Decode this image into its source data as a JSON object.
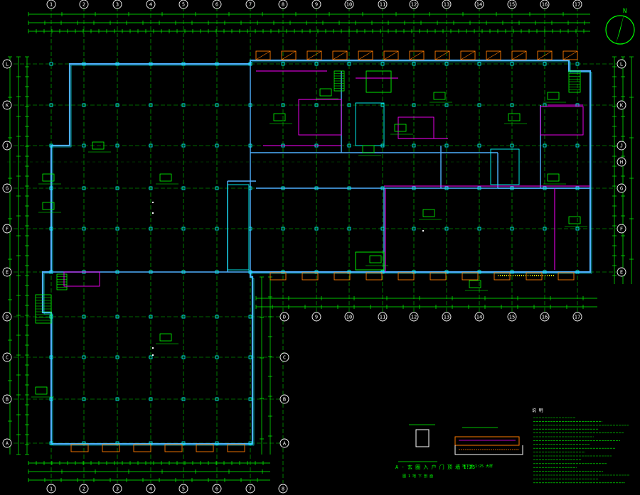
{
  "drawing": {
    "background": "#000000",
    "colors": {
      "grid": "#00ff00",
      "wall": "#4fb0ff",
      "wall_inner": "#ff00ff",
      "column": "#00ffff",
      "dim": "#00ff00",
      "bubble": "#ffffff",
      "hatch": "#ff7a00",
      "yellow": "#ffff00",
      "text": "#ffffff"
    },
    "column_axis_labels": [
      "1",
      "2",
      "3",
      "4",
      "5",
      "6",
      "7",
      "8",
      "9",
      "10",
      "11",
      "12",
      "13",
      "14",
      "15",
      "16",
      "17"
    ],
    "row_axis_labels": [
      "L",
      "K",
      "J",
      "G",
      "F",
      "E",
      "D",
      "C",
      "B",
      "A"
    ],
    "right_row_labels": [
      "L",
      "K",
      "J",
      "H",
      "G",
      "F",
      "E"
    ],
    "lower_right_row_labels": [
      "D",
      "C",
      "B",
      "A"
    ],
    "north_label": "N",
    "detail_1_caption": "A - 玄 圈 入 户 门 顶 墙 1:25",
    "detail_1_sub": "图 1 地 下 剖 面",
    "detail_2_caption": "地下室 1:25 大样",
    "notes_title": "说 明"
  }
}
